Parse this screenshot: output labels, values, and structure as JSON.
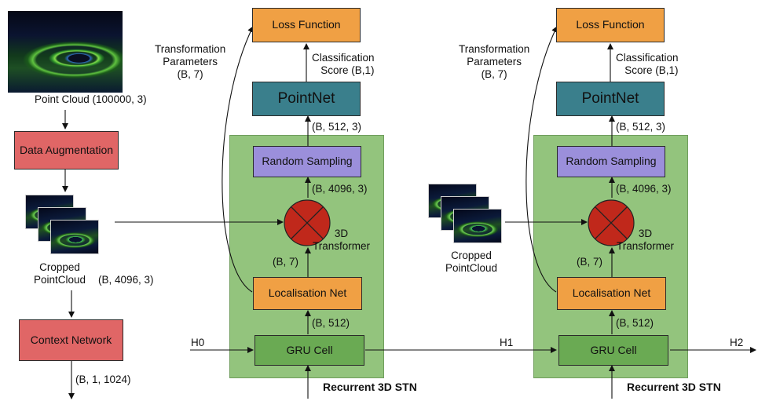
{
  "left_pipeline": {
    "point_cloud_label": "Point Cloud (100000, 3)",
    "data_augmentation": "Data Augmentation",
    "cropped_label": "Cropped\nPointCloud",
    "cropped_shape": "(B, 4096, 3)",
    "context_network": "Context Network",
    "context_shape": "(B, 1, 1024)"
  },
  "stn1": {
    "loss_function": "Loss Function",
    "transformation_parameters": "Transformation\nParameters\n(B, 7)",
    "classification_score": "Classification\nScore (B,1)",
    "pointnet": "PointNet",
    "shape_512_3": "(B, 512, 3)",
    "random_sampling": "Random Sampling",
    "shape_4096_3": "(B, 4096, 3)",
    "transformer_label": "3D\nTransformer",
    "shape_b7": "(B, 7)",
    "localisation_net": "Localisation Net",
    "shape_512": "(B, 512)",
    "gru_cell": "GRU Cell",
    "hidden_in": "H0",
    "caption": "Recurrent 3D STN"
  },
  "stn2": {
    "cropped_label": "Cropped\nPointCloud",
    "loss_function": "Loss Function",
    "transformation_parameters": "Transformation\nParameters\n(B, 7)",
    "classification_score": "Classification\nScore (B,1)",
    "pointnet": "PointNet",
    "shape_512_3": "(B, 512, 3)",
    "random_sampling": "Random Sampling",
    "shape_4096_3": "(B, 4096, 3)",
    "transformer_label": "3D\nTransformer",
    "shape_b7": "(B, 7)",
    "localisation_net": "Localisation Net",
    "shape_512": "(B, 512)",
    "gru_cell": "GRU Cell",
    "hidden_in": "H1",
    "hidden_out": "H2",
    "caption": "Recurrent 3D STN"
  },
  "colors": {
    "orange": "#f0a044",
    "teal": "#3a7f8c",
    "purple": "#9b8fdb",
    "red": "#e06666",
    "green_panel": "#93c47d",
    "gru_green": "#6aaa53",
    "transformer_red": "#c0281b"
  }
}
